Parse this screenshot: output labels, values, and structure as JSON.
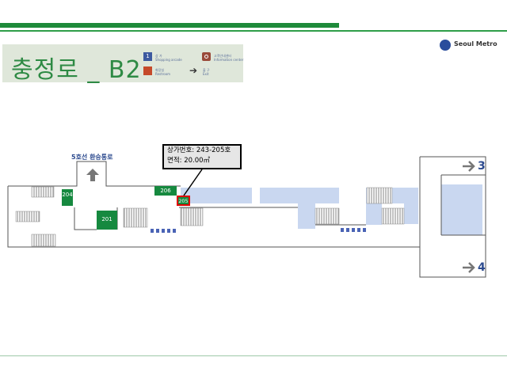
{
  "station": {
    "title": "충정로 _ B2"
  },
  "legend": {
    "shopping": {
      "number": "1",
      "ko": "상 가",
      "en": "Shopping arcade"
    },
    "info": {
      "ko": "고객안내센터",
      "en": "Information center"
    },
    "toilet": {
      "ko": "화장실",
      "en": "Restroom"
    },
    "exit": {
      "ko": "출 구",
      "en": "Exit"
    }
  },
  "brand": {
    "name": "Seoul Metro"
  },
  "map": {
    "transfer_label": "5호선 환승통로",
    "stores": [
      {
        "id": "204"
      },
      {
        "id": "206"
      },
      {
        "id": "205",
        "highlighted": true
      },
      {
        "id": "201"
      }
    ],
    "exits": [
      {
        "number": "3"
      },
      {
        "number": "4"
      }
    ],
    "callout": {
      "shop_no": "상가번호: 243-205호",
      "area": "면적: 20.00㎡"
    }
  },
  "colors": {
    "brand_green": "#1e8a3a",
    "store_green": "#16893f",
    "corridor_blue": "#c9d7f0",
    "highlight_red": "#e00000",
    "label_blue": "#2c4a8e"
  }
}
